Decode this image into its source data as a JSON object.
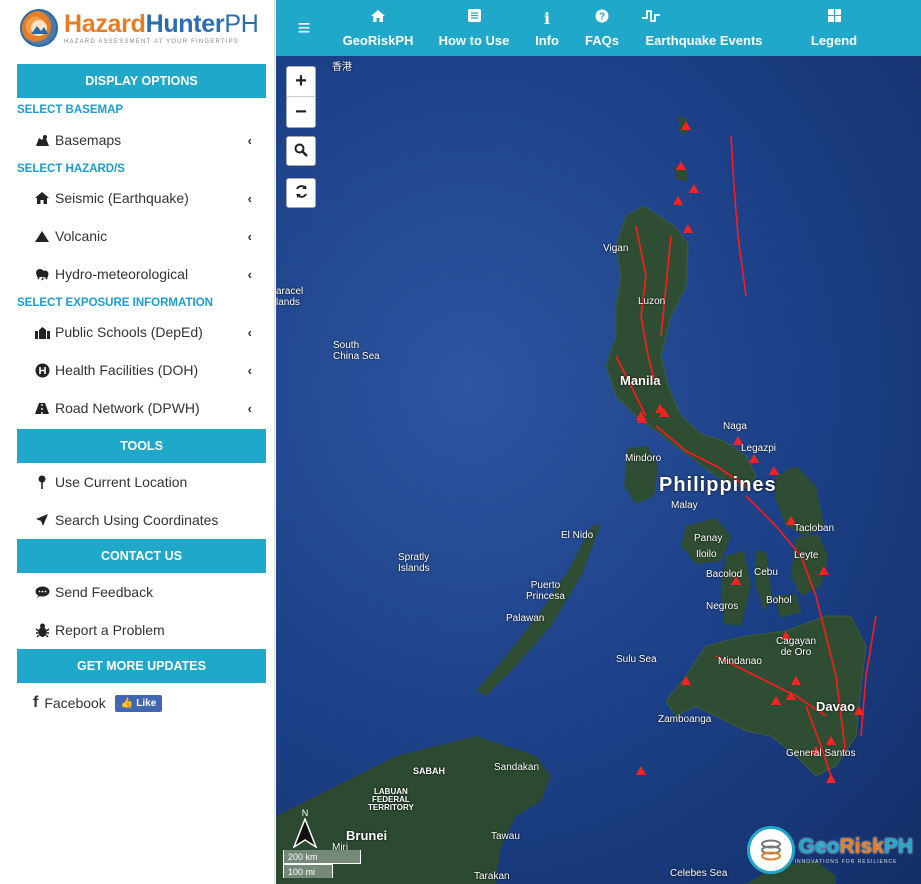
{
  "app": {
    "logo_title_a": "Hazard",
    "logo_title_b": "Hunter",
    "logo_title_c": "PH",
    "logo_subtitle": "HAZARD ASSESSMENT AT YOUR FINGERTIPS"
  },
  "sidebar": {
    "display_options": "DISPLAY OPTIONS",
    "select_basemap": "SELECT BASEMAP",
    "basemaps": "Basemaps",
    "select_hazards": "SELECT HAZARD/S",
    "seismic": "Seismic (Earthquake)",
    "volcanic": "Volcanic",
    "hydro": "Hydro-meteorological",
    "select_exposure": "SELECT EXPOSURE INFORMATION",
    "schools": "Public Schools (DepEd)",
    "health": "Health Facilities (DOH)",
    "roads": "Road Network (DPWH)",
    "tools": "TOOLS",
    "use_location": "Use Current Location",
    "search_coords": "Search Using Coordinates",
    "contact": "CONTACT US",
    "feedback": "Send Feedback",
    "report": "Report a Problem",
    "updates": "GET MORE UPDATES",
    "facebook": "Facebook",
    "like": "Like"
  },
  "topbar": {
    "items": [
      {
        "label": "GeoRiskPH",
        "icon": "home-icon"
      },
      {
        "label": "How to Use",
        "icon": "list-icon"
      },
      {
        "label": "Info",
        "icon": "info-icon"
      },
      {
        "label": "FAQs",
        "icon": "question-icon"
      },
      {
        "label": "Earthquake Events",
        "icon": "pulse-icon"
      },
      {
        "label": "Legend",
        "icon": "legend-icon"
      }
    ]
  },
  "map": {
    "labels": {
      "hongkong": "香港",
      "paracel": "aracel\nlands",
      "scs": "South\nChina Sea",
      "spratly": "Spratly\nIslands",
      "vigan": "Vigan",
      "luzon": "Luzon",
      "manila": "Manila",
      "naga": "Naga",
      "legazpi": "Legazpi",
      "mindoro": "Mindoro",
      "philippines": "Philippines",
      "malay": "Malay",
      "elnido": "El Nido",
      "panay": "Panay",
      "iloilo": "Iloilo",
      "bacolod": "Bacolod",
      "cebu": "Cebu",
      "tacloban": "Tacloban",
      "leyte": "Leyte",
      "negros": "Negros",
      "bohol": "Bohol",
      "puerto": "Puerto\nPrincesa",
      "palawan": "Palawan",
      "sulu": "Sulu Sea",
      "mindanao": "Mindanao",
      "cagayan": "Cagayan\nde Oro",
      "zamboanga": "Zamboanga",
      "davao": "Davao",
      "gensan": "General Santos",
      "sabah": "SABAH",
      "sandakan": "Sandakan",
      "labuan": "LABUAN\nFEDERAL\nTERRITORY",
      "brunei": "Brunei",
      "miri": "Miri",
      "tawau": "Tawau",
      "tarakan": "Tarakan",
      "celebes": "Celebes Sea"
    },
    "zoom_in": "+",
    "zoom_out": "−",
    "scale_km": "200 km",
    "scale_mi": "100 mi",
    "north": "N",
    "georisk_a": "Geo",
    "georisk_b": "Risk",
    "georisk_c": "PH",
    "georisk_sub": "INNOVATIONS FOR RESILIENCE"
  },
  "colors": {
    "accent": "#1fa8c9",
    "group_label": "#1a9ed2",
    "fault_red": "#ff1a1a",
    "ocean": "#1b3f86",
    "land": "#2f4d33"
  }
}
